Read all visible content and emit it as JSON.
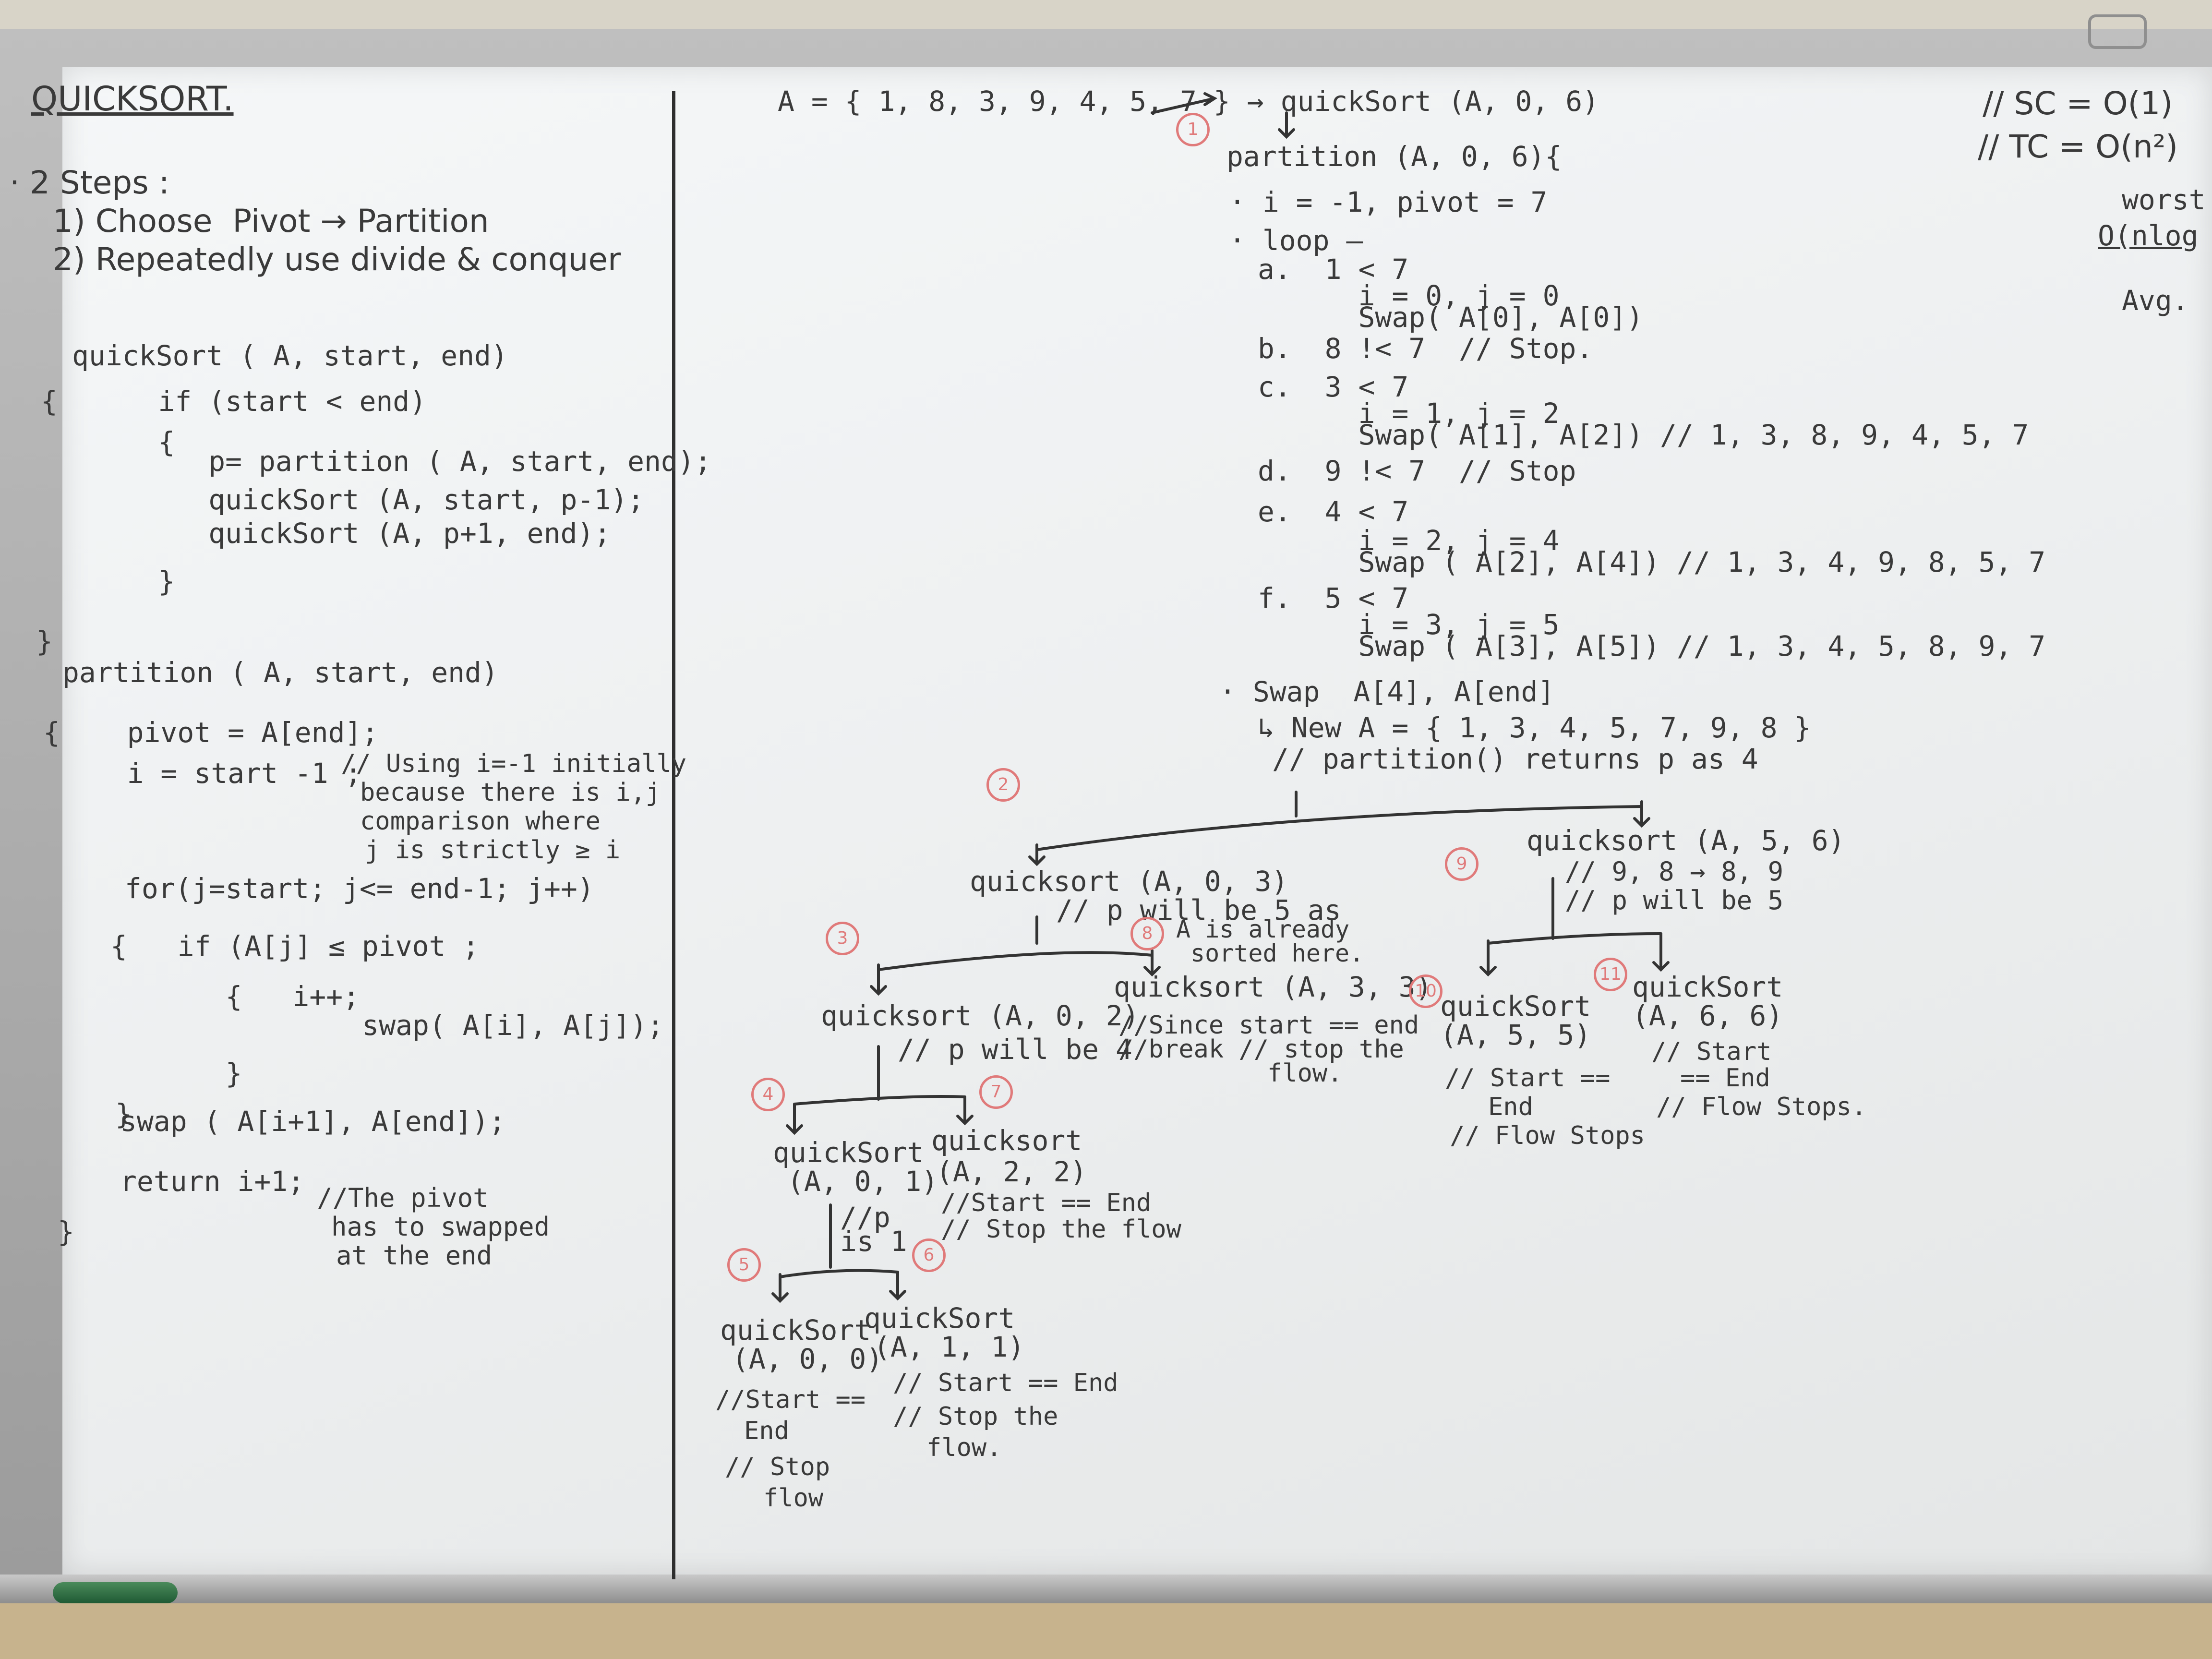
{
  "left": {
    "title": "QUICKSORT.",
    "steps_header": "· 2 Steps :",
    "step1": "1) Choose  Pivot → Partition",
    "step2": "2) Repeatedly use divide & conquer",
    "qs_code": [
      "quickSort ( A, start, end)",
      "{      if (start < end)",
      "       {",
      "          p= partition ( A, start, end);",
      "          quickSort (A, start, p-1);",
      "          quickSort (A, p+1, end);",
      "       }",
      "}"
    ],
    "part_header": "partition ( A, start, end)",
    "part_code": [
      "{    pivot = A[end];",
      "     i = start -1 ;"
    ],
    "part_comment": [
      "// Using i=-1 initially",
      "because there is i,j",
      "comparison where",
      "j is strictly ≥ i"
    ],
    "for_code": [
      "for(j=start; j<= end-1; j++)",
      "{   if (A[j] ≤ pivot ;",
      "    {   i++;",
      "         swap( A[i], A[j]);",
      "    }",
      "}",
      "swap ( A[i+1], A[end]);",
      "return i+1;"
    ],
    "end_brace": "}",
    "pivot_note": [
      "//The pivot",
      "has to swapped",
      "at the end"
    ]
  },
  "trace": {
    "array": "A = { 1, 8, 3, 9, 4, 5, 7 } → quickSort (A, 0, 6)",
    "partition": "partition (A, 0, 6){",
    "init": "· i = -1, pivot = 7",
    "loop": "· loop —",
    "lines": [
      "a.  1 < 7",
      "      i = 0, j = 0",
      "      Swap( A[0], A[0])",
      "b.  8 !< 7  // Stop.",
      "c.  3 < 7",
      "      i = 1, j = 2",
      "      Swap( A[1], A[2]) // 1, 3, 8, 9, 4, 5, 7",
      "d.  9 !< 7  // Stop",
      "e.  4 < 7",
      "      i = 2, j = 4",
      "      Swap ( A[2], A[4]) // 1, 3, 4, 9, 8, 5, 7",
      "f.  5 < 7",
      "      i = 3, j = 5",
      "      Swap ( A[3], A[5]) // 1, 3, 4, 5, 8, 9, 7"
    ],
    "swap_end": "· Swap  A[4], A[end]",
    "new_a": "↳ New A = { 1, 3, 4, 5, 7, 9, 8 }",
    "returns": "// partition() returns p as 4"
  },
  "tree": {
    "n2": "quicksort (A, 0, 3)",
    "n2_note": "// p will be 5 as",
    "n8_note": [
      "A is already",
      "sorted here."
    ],
    "n3": "quicksort (A, 0, 2)",
    "n3_note": "// p will be 4",
    "n8": "quicksort (A, 3, 3)",
    "n8_sub": [
      "//Since start == end",
      "//break // stop the",
      "flow."
    ],
    "n4": [
      "quickSort",
      "(A, 0, 1)"
    ],
    "n4_note": [
      "//p",
      "is 1"
    ],
    "n7": [
      "quicksort",
      "(A, 2, 2)"
    ],
    "n7_sub": [
      "//Start == End",
      "// Stop the flow"
    ],
    "n5": [
      "quickSort",
      "(A, 0, 0)"
    ],
    "n5_sub": [
      "//Start ==",
      "End",
      "// Stop",
      "flow"
    ],
    "n6": [
      "quickSort",
      "(A, 1, 1)"
    ],
    "n6_sub": [
      "// Start == End",
      "// Stop the",
      "flow."
    ],
    "n9": "quicksort (A, 5, 6)",
    "n9_note": [
      "// 9, 8 → 8, 9",
      "// p will be 5"
    ],
    "n10": [
      "quickSort",
      "(A, 5, 5)"
    ],
    "n10_sub": [
      "// Start ==",
      "End",
      "// Flow Stops"
    ],
    "n11": [
      "quickSort",
      "(A, 6, 6)"
    ],
    "n11_sub": [
      "// Start",
      "== End",
      "// Flow Stops."
    ]
  },
  "circles": [
    "1",
    "2",
    "3",
    "4",
    "5",
    "6",
    "7",
    "8",
    "9",
    "10",
    "11"
  ],
  "complexity": [
    "// SC = O(1)",
    "// TC = O(n²)",
    "worst",
    "O(nlog",
    "Avg."
  ],
  "colors": {
    "ink": "#3a3a3a",
    "annotation": "#e07a7a"
  }
}
